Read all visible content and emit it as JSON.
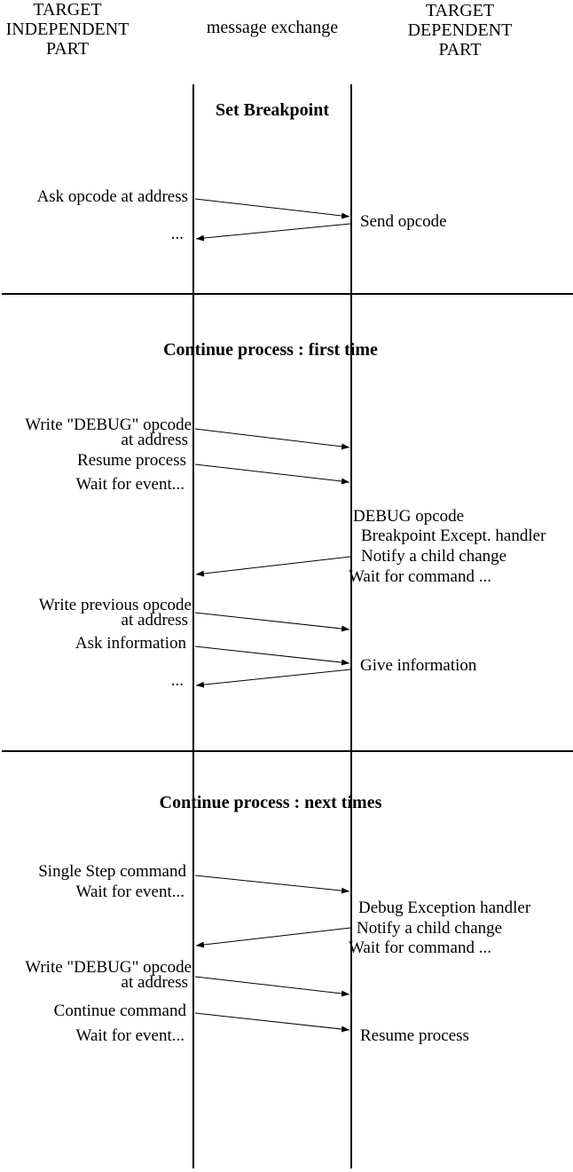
{
  "header": {
    "left1": "TARGET",
    "left2": "INDEPENDENT",
    "left3": "PART",
    "center": "message exchange",
    "right1": "TARGET",
    "right2": "DEPENDENT",
    "right3": "PART"
  },
  "s1": {
    "title": "Set Breakpoint",
    "ask_opcode": "Ask opcode at address",
    "send_opcode": "Send opcode",
    "dots": "..."
  },
  "s2": {
    "title": "Continue process : first time",
    "write_debug_line1": "Write \"DEBUG\" opcode",
    "write_debug_line2": "at address",
    "resume_process": "Resume process",
    "wait_for_event": "Wait for event...",
    "debug_opcode": "DEBUG opcode",
    "breakpoint_handler": "Breakpoint Except. handler",
    "notify_child": "Notify a child change",
    "wait_for_command": "Wait for command ...",
    "write_prev_line1": "Write previous opcode",
    "write_prev_line2": "at address",
    "ask_information": "Ask information",
    "give_information": "Give information",
    "dots": "..."
  },
  "s3": {
    "title": "Continue process : next times",
    "single_step": "Single Step command",
    "wait_for_event": "Wait for event...",
    "debug_handler": "Debug Exception handler",
    "notify_child": "Notify a child change",
    "wait_for_command": "Wait for command ...",
    "write_debug_line1": "Write \"DEBUG\" opcode",
    "write_debug_line2": "at address",
    "continue_command": "Continue command",
    "wait_for_event2": "Wait for event...",
    "resume_process": "Resume process"
  }
}
